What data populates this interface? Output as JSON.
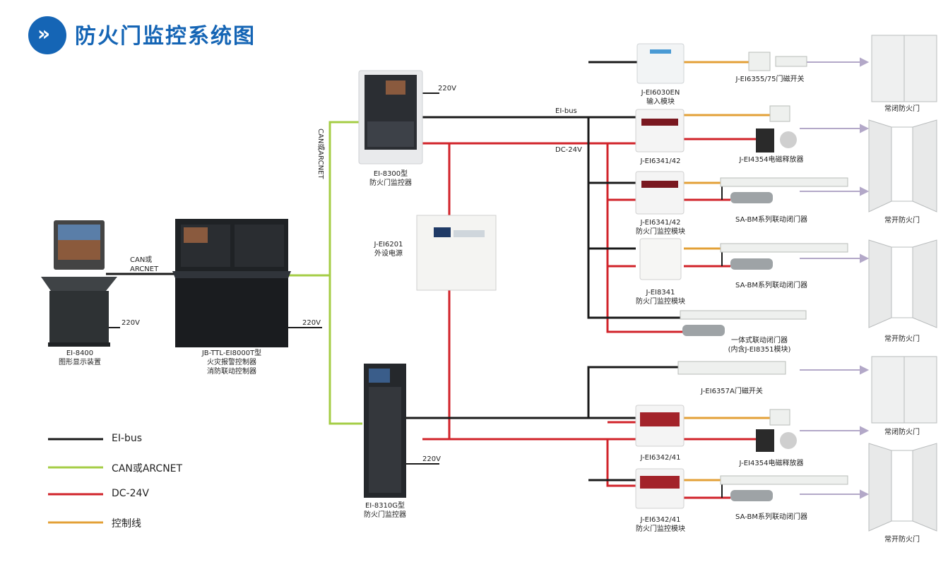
{
  "header": {
    "title": "防火门监控系统图",
    "icon": "double-chevron-right-icon"
  },
  "colors": {
    "ei_bus": "#1a1a1a",
    "can": "#a4cd45",
    "dc24": "#d1232a",
    "ctrl": "#e3a037",
    "arrow": "#b3a8c8",
    "brand": "#1565b5"
  },
  "legend": [
    {
      "label": "EI-bus"
    },
    {
      "label": "CAN或ARCNET"
    },
    {
      "label": "DC-24V"
    },
    {
      "label": "控制线"
    }
  ],
  "labels": {
    "ei8400": [
      "EI-8400",
      "图形显示装置"
    ],
    "main_ctrl": [
      "JB-TTL-EI8000T型",
      "火灾报警控制器",
      "消防联动控制器"
    ],
    "ei8300": [
      "EI-8300型",
      "防火门监控器"
    ],
    "power": [
      "J-EI6201",
      "外设电源"
    ],
    "ei8310g": [
      "EI-8310G型",
      "防火门监控器"
    ],
    "m6030": [
      "J-EI6030EN",
      "输入模块"
    ],
    "m6341a": [
      "J-EI6341/42"
    ],
    "m6341b": [
      "J-EI6341/42",
      "防火门监控模块"
    ],
    "m8341": [
      "J-EI8341",
      "防火门监控模块"
    ],
    "m6342a": [
      "J-EI6342/41"
    ],
    "m6342b": [
      "J-EI6342/41",
      "防火门监控模块"
    ],
    "sw6355": [
      "J-EI6355/75门磁开关"
    ],
    "rel4354a": [
      "J-EI4354电磁释放器"
    ],
    "closer1": [
      "SA-BM系列联动闭门器"
    ],
    "closer2": [
      "SA-BM系列联动闭门器"
    ],
    "closer3": [
      "一体式联动闭门器",
      "(内含J-EI8351模块)"
    ],
    "sw6357": [
      "J-EI6357A门磁开关"
    ],
    "rel4354b": [
      "J-EI4354电磁释放器"
    ],
    "closer4": [
      "SA-BM系列联动闭门器"
    ],
    "door1": [
      "常闭防火门"
    ],
    "door2": [
      "常开防火门"
    ],
    "door3": [
      "常开防火门"
    ],
    "door4": [
      "常闭防火门"
    ],
    "door5": [
      "常开防火门"
    ]
  },
  "wire_labels": {
    "can_arcnet_1": "CAN或",
    "can_arcnet_2": "ARCNET",
    "can_vertical": "CAN或ARCNET",
    "v220_a": "220V",
    "v220_b": "220V",
    "v220_c": "220V",
    "v220_d": "220V",
    "eibus": "EI-bus",
    "dc24v": "DC-24V"
  }
}
